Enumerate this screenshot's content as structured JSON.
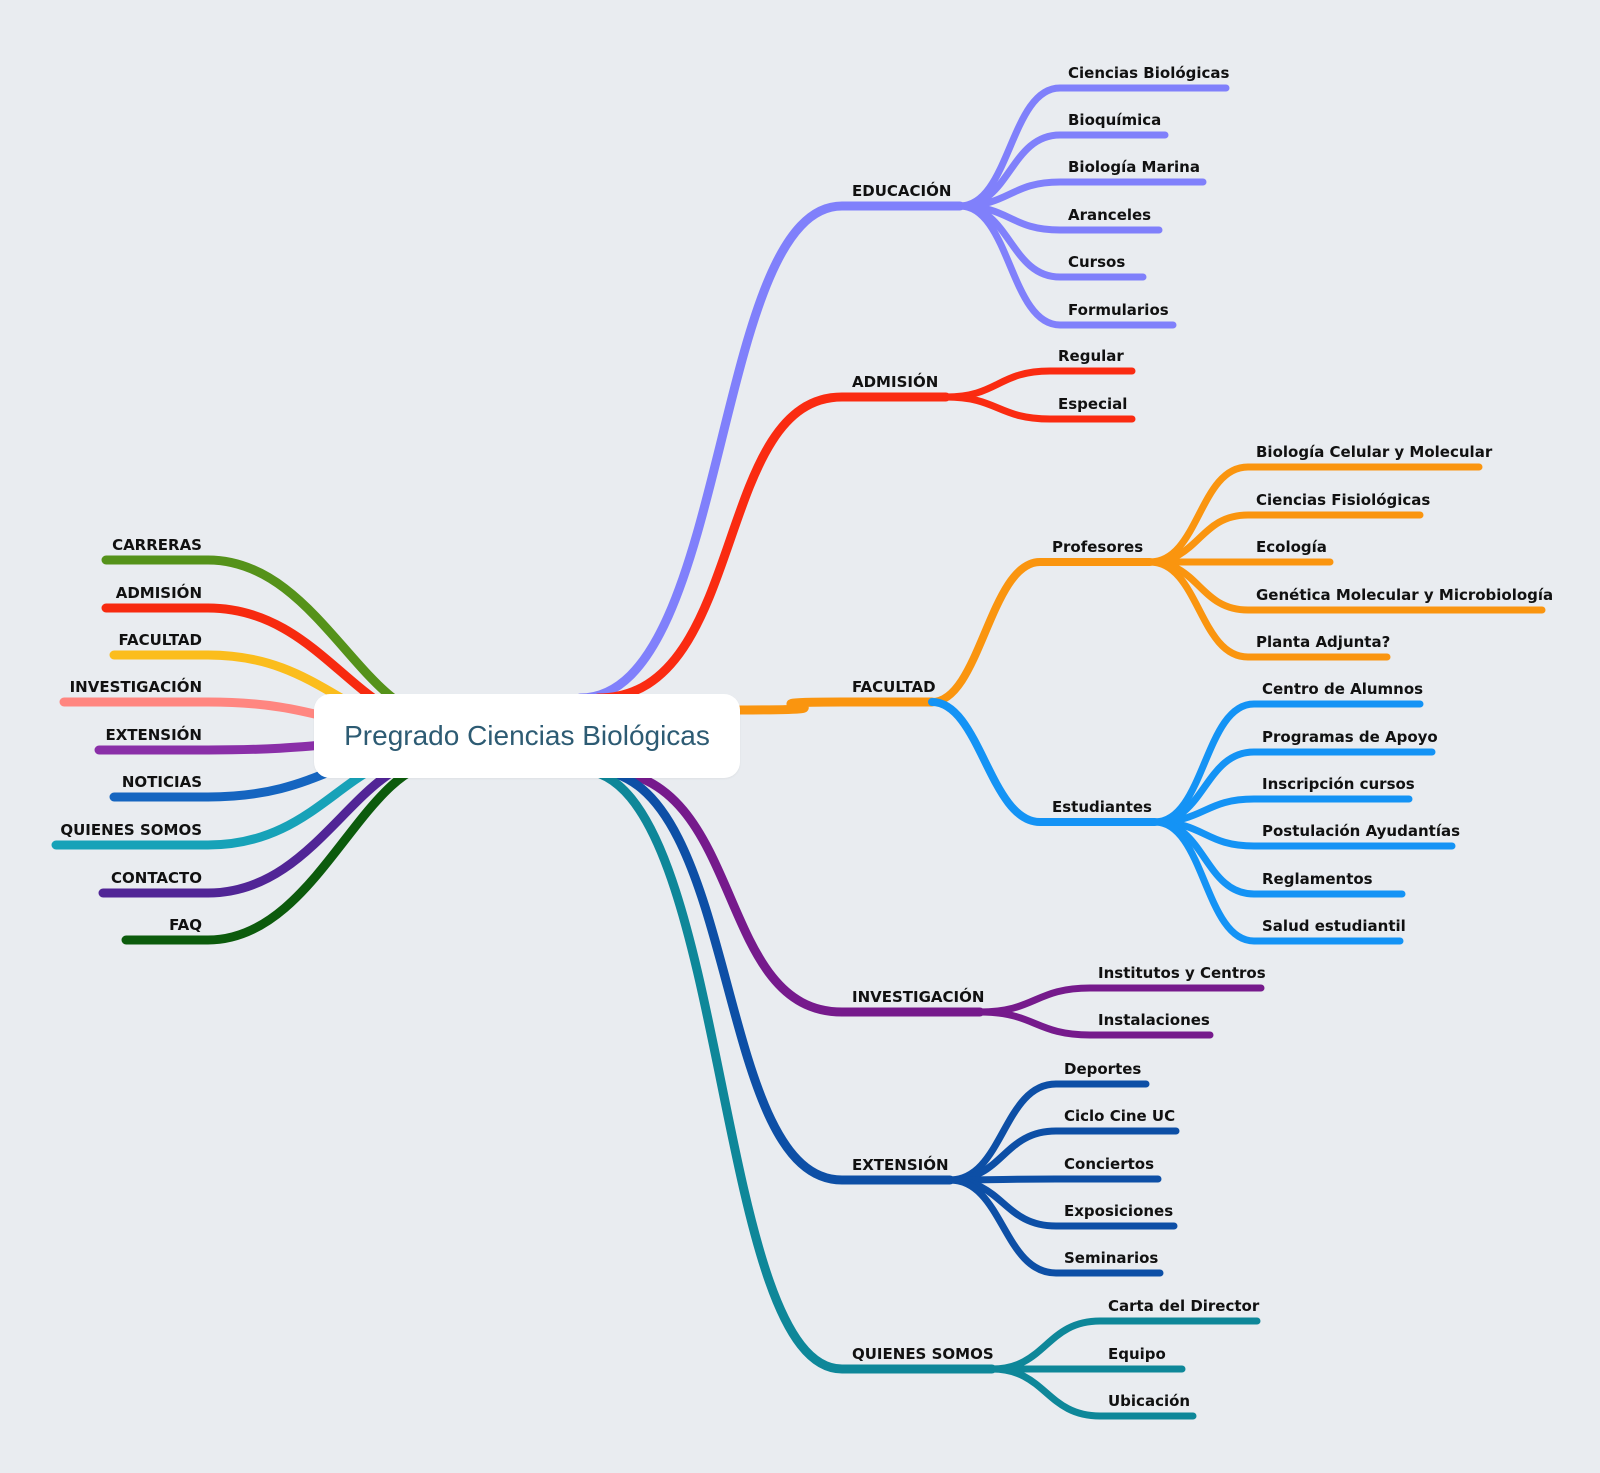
{
  "central": {
    "title": "Pregrado Ciencias Biológicas"
  },
  "left_branches": [
    {
      "label": "CARRERAS",
      "color": "#55921a"
    },
    {
      "label": "ADMISIÓN",
      "color": "#f72a0f"
    },
    {
      "label": "FACULTAD",
      "color": "#fbbd1c"
    },
    {
      "label": "INVESTIGACIÓN",
      "color": "#ff8680"
    },
    {
      "label": "EXTENSIÓN",
      "color": "#8a2fa8"
    },
    {
      "label": "NOTICIAS",
      "color": "#1565c0"
    },
    {
      "label": "QUIENES SOMOS",
      "color": "#17a2b8"
    },
    {
      "label": "CONTACTO",
      "color": "#512596"
    },
    {
      "label": "FAQ",
      "color": "#0c5b0c"
    }
  ],
  "right_branches": [
    {
      "label": "EDUCACIÓN",
      "color": "#8080fb",
      "children": [
        {
          "label": "Ciencias Biológicas"
        },
        {
          "label": "Bioquímica"
        },
        {
          "label": "Biología Marina"
        },
        {
          "label": "Aranceles"
        },
        {
          "label": "Cursos"
        },
        {
          "label": "Formularios"
        }
      ]
    },
    {
      "label": "ADMISIÓN",
      "color": "#fa2b11",
      "children": [
        {
          "label": "Regular"
        },
        {
          "label": "Especial"
        }
      ]
    },
    {
      "label": "FACULTAD",
      "color": "#fa950f",
      "children": [
        {
          "label": "Profesores",
          "color": "#fa950f",
          "children": [
            {
              "label": "Biología Celular y Molecular"
            },
            {
              "label": "Ciencias Fisiológicas"
            },
            {
              "label": "Ecología"
            },
            {
              "label": "Genética Molecular y Microbiología"
            },
            {
              "label": "Planta Adjunta?"
            }
          ]
        },
        {
          "label": "Estudiantes",
          "color": "#1493f5",
          "children": [
            {
              "label": "Centro de Alumnos"
            },
            {
              "label": "Programas de Apoyo"
            },
            {
              "label": "Inscripción cursos"
            },
            {
              "label": "Postulación Ayudantías"
            },
            {
              "label": "Reglamentos"
            },
            {
              "label": "Salud estudiantil"
            }
          ]
        }
      ]
    },
    {
      "label": "INVESTIGACIÓN",
      "color": "#761a8c",
      "children": [
        {
          "label": "Institutos y Centros"
        },
        {
          "label": "Instalaciones"
        }
      ]
    },
    {
      "label": "EXTENSIÓN",
      "color": "#0d4fa6",
      "children": [
        {
          "label": "Deportes"
        },
        {
          "label": "Ciclo Cine UC"
        },
        {
          "label": "Conciertos"
        },
        {
          "label": "Exposiciones"
        },
        {
          "label": "Seminarios"
        }
      ]
    },
    {
      "label": "QUIENES SOMOS",
      "color": "#0e8799",
      "children": [
        {
          "label": "Carta del Director"
        },
        {
          "label": "Equipo"
        },
        {
          "label": "Ubicación"
        }
      ]
    }
  ]
}
